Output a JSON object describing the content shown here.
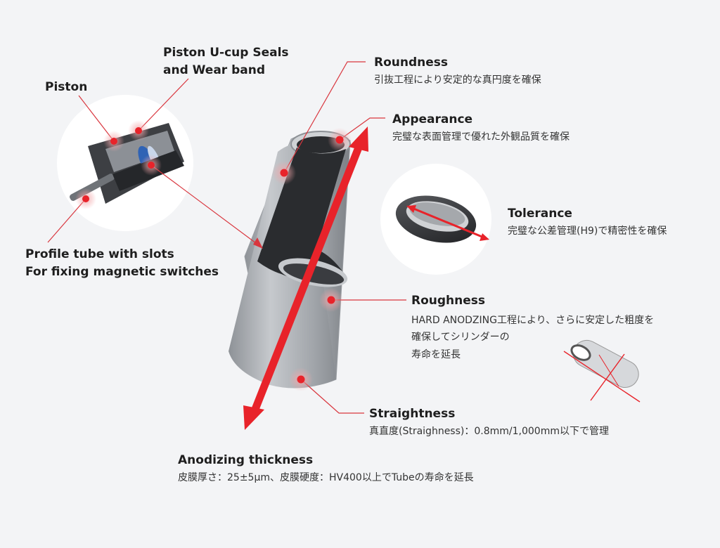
{
  "labels": {
    "piston": "Piston",
    "seals_line1": "Piston U-cup Seals",
    "seals_line2": "and Wear band",
    "profile_line1": "Profile tube with slots",
    "profile_line2": "For fixing magnetic switches"
  },
  "callouts": [
    {
      "id": "roundness",
      "title": "Roundness",
      "desc": "引抜工程により安定的な真円度を確保"
    },
    {
      "id": "appearance",
      "title": "Appearance",
      "desc": "完璧な表面管理で優れた外観品質を確保"
    },
    {
      "id": "tolerance",
      "title": "Tolerance",
      "desc": "完璧な公差管理(H9)で精密性を確保"
    },
    {
      "id": "roughness",
      "title": "Roughness",
      "desc": "HARD ANODZING工程により、さらに安定した粗度を\n確保してシリンダーの\n寿命を延長"
    },
    {
      "id": "straightness",
      "title": "Straightness",
      "desc": "真直度(Straighness)：0.8mm/1,000mm以下で管理"
    },
    {
      "id": "anodizing",
      "title": "Anodizing thickness",
      "desc": "皮膜厚さ：25±5μm、皮膜硬度：HV400以上でTubeの寿命を延長"
    }
  ],
  "colors": {
    "accent": "#e8232a",
    "leader": "#d9363e",
    "tube": "#a9adb2",
    "tube_inner": "#2a2c2f",
    "background": "#f3f4f6"
  }
}
